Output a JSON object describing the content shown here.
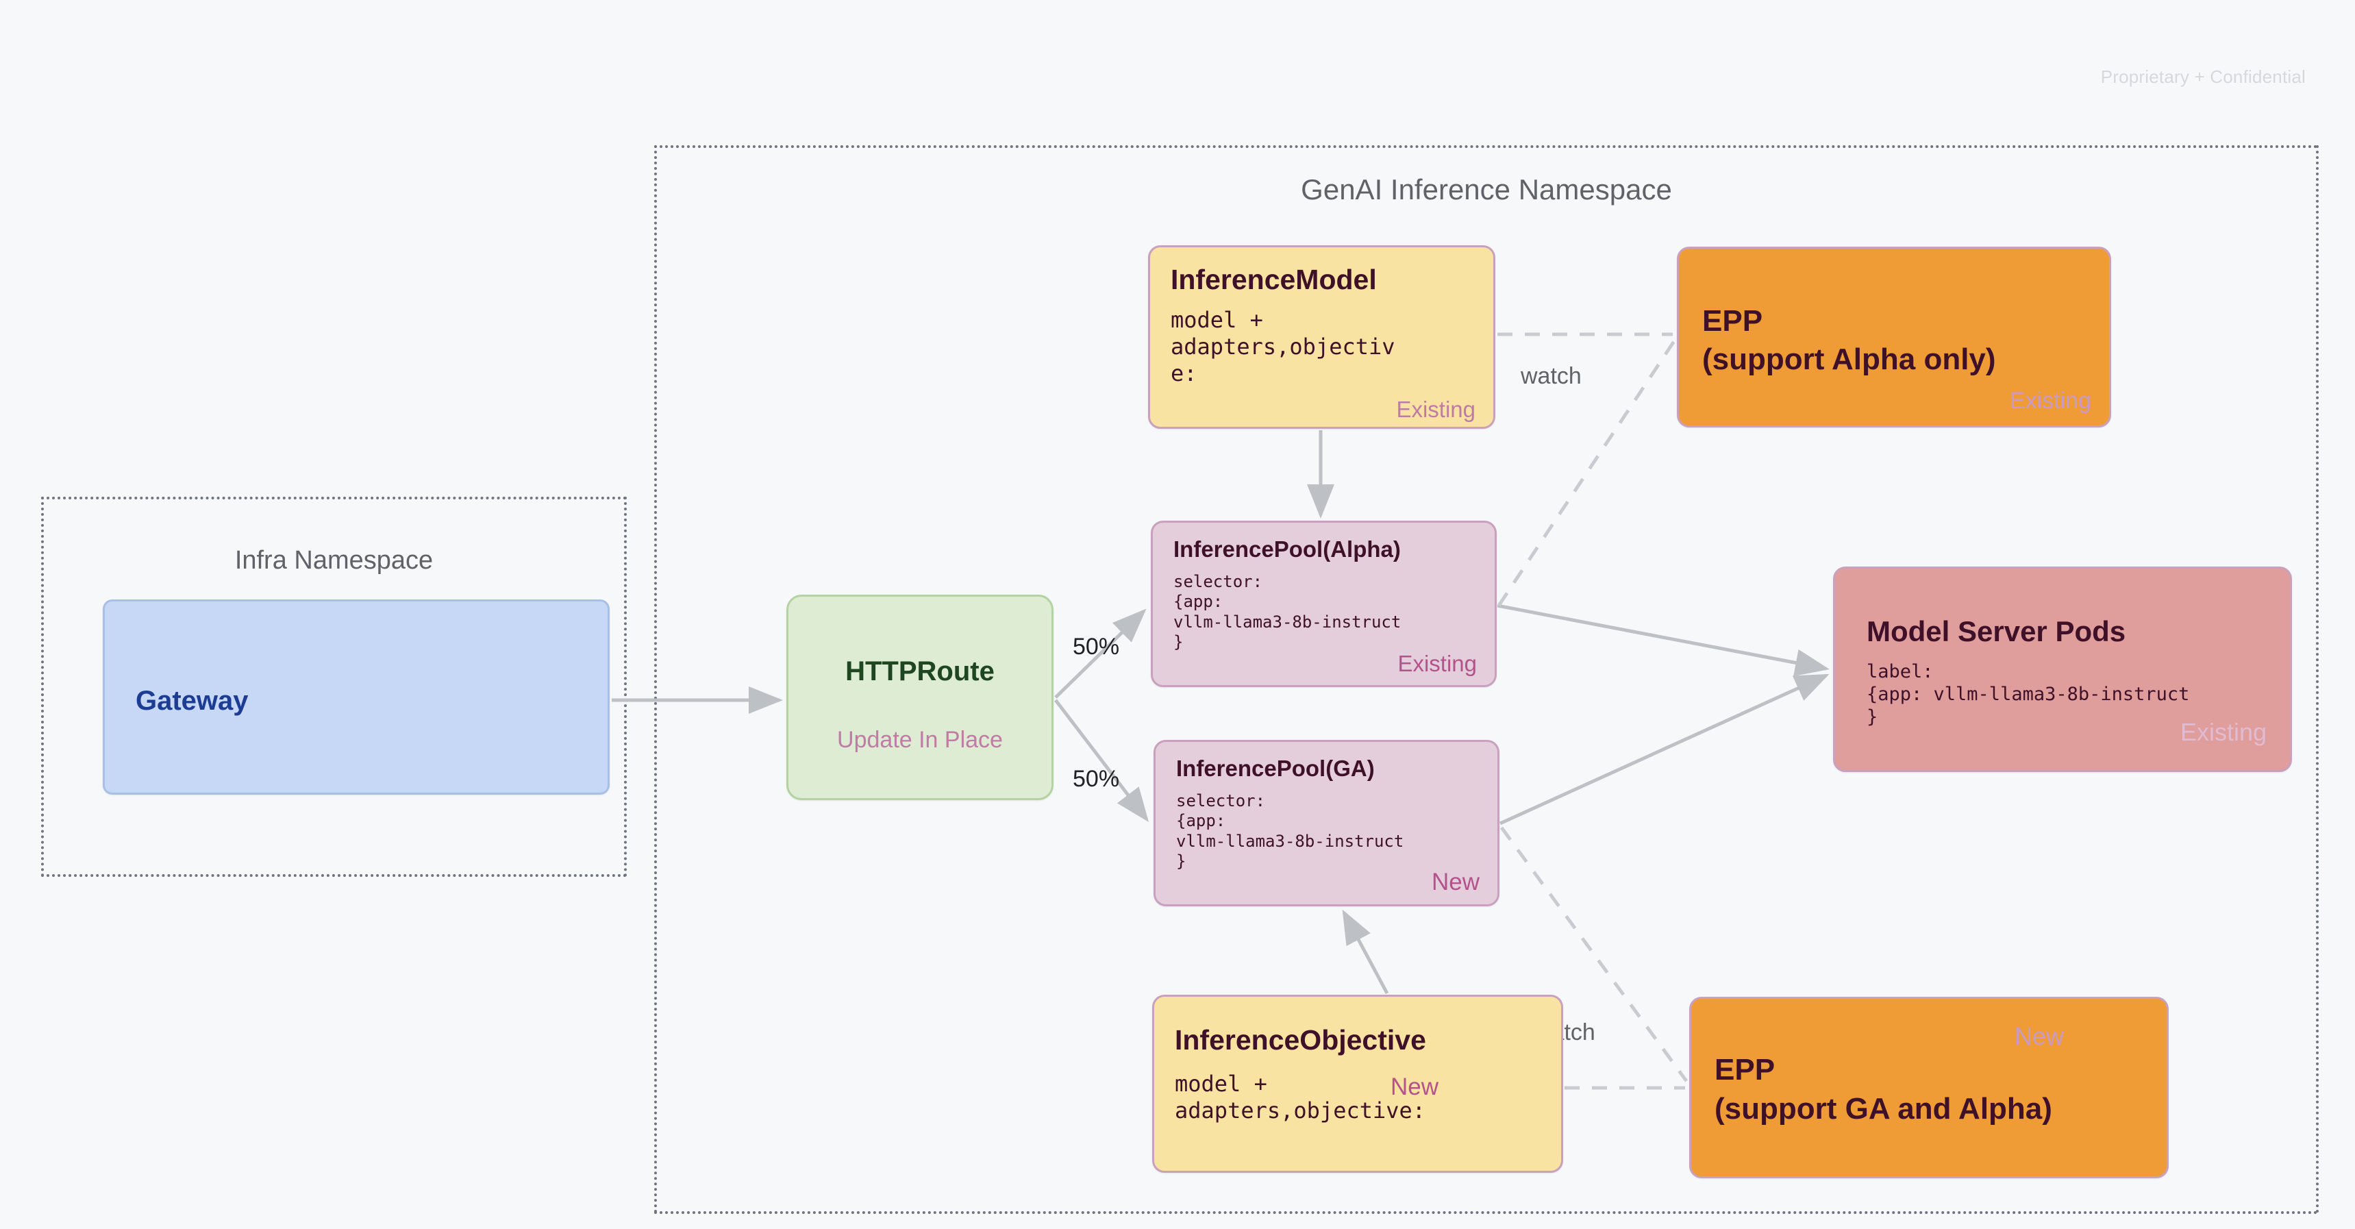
{
  "page": {
    "confidential": "Proprietary + Confidential",
    "background_color": "#F7F8FA"
  },
  "namespaces": [
    {
      "id": "infra",
      "title": "Infra Namespace"
    },
    {
      "id": "genai",
      "title": "GenAI Inference Namespace"
    }
  ],
  "nodes": {
    "gateway": {
      "title": "Gateway",
      "fill": "#C6D8F6",
      "text_color": "#1D3C93"
    },
    "httproute": {
      "title": "HTTPRoute",
      "subtitle": "Update In Place",
      "fill": "#DDECD2",
      "text_color": "#1E4620"
    },
    "inference_model": {
      "title": "InferenceModel",
      "body": "model +\nadapters,objectiv\ne:",
      "badge": "Existing",
      "fill": "#F9E3A2"
    },
    "inference_pool_alpha": {
      "title": "InferencePool(Alpha)",
      "body": "selector:\n{app:\nvllm-llama3-8b-instruct\n}",
      "badge": "Existing",
      "fill": "#E4CEDB"
    },
    "inference_pool_ga": {
      "title": "InferencePool(GA)",
      "body": "selector:\n{app:\nvllm-llama3-8b-instruct\n}",
      "badge": "New",
      "fill": "#E4CEDB"
    },
    "inference_objective": {
      "title": "InferenceObjective",
      "body": "model +\nadapters,objective:",
      "badge": "New",
      "fill": "#F9E3A2"
    },
    "epp_alpha": {
      "title": "EPP\n(support Alpha only)",
      "badge": "Existing",
      "fill": "#EF9C37"
    },
    "epp_ga": {
      "title": "EPP\n(support GA and Alpha)",
      "badge": "New",
      "fill": "#EF9C37"
    },
    "model_server_pods": {
      "title": "Model Server Pods",
      "body": "label:\n{app: vllm-llama3-8b-instruct\n}",
      "badge": "Existing",
      "fill": "#DF9D9C"
    }
  },
  "edges": {
    "split_alpha_label": "50%",
    "split_ga_label": "50%",
    "watch_top_label": "watch",
    "watch_bottom_label": "watch"
  }
}
